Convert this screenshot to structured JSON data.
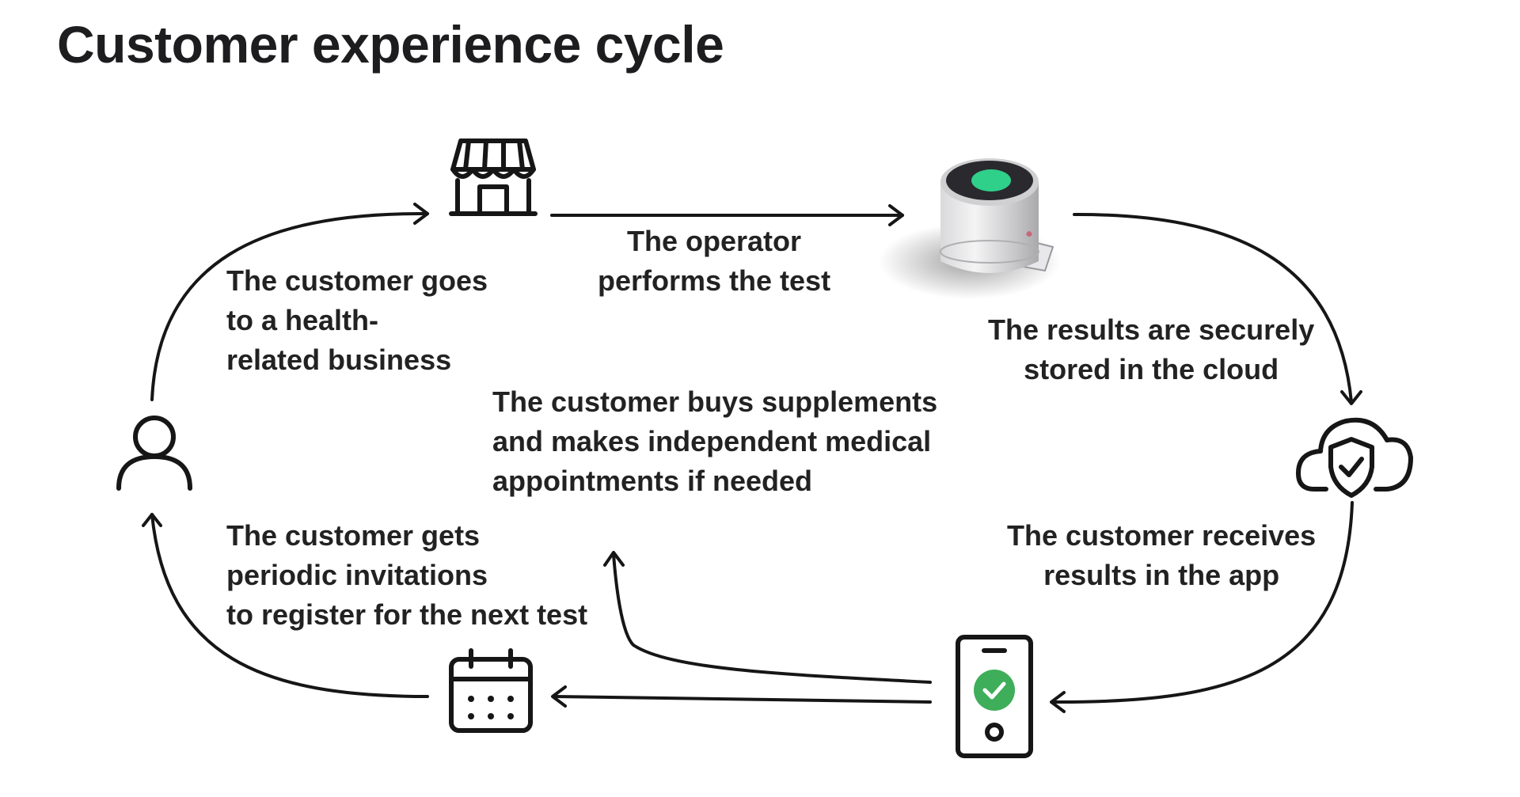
{
  "title": "Customer experience cycle",
  "steps": {
    "goes_to_business": [
      "The customer goes",
      "to a health-",
      "related business"
    ],
    "operator_test": [
      "The operator",
      "performs the test"
    ],
    "results_cloud": [
      "The results are securely",
      "stored in the cloud"
    ],
    "receives_results": [
      "The customer receives",
      "results in the app"
    ],
    "buys_supplements": [
      "The customer buys supplements",
      "and makes independent medical",
      "appointments if needed"
    ],
    "periodic_invitations": [
      "The customer gets",
      "periodic invitations",
      "to register for the next test"
    ]
  },
  "icons": {
    "store": "store-icon",
    "device": "test-device-icon",
    "cloud": "cloud-shield-icon",
    "phone": "phone-check-icon",
    "calendar": "calendar-icon",
    "person": "person-icon"
  },
  "colors": {
    "text": "#222222",
    "line": "#161616",
    "check_green": "#3fae5a",
    "device_screen_green": "#2fd08a"
  }
}
